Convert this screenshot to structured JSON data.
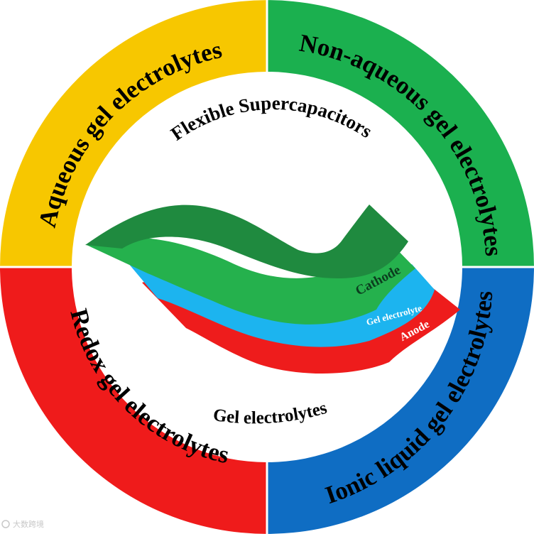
{
  "colors": {
    "aqueous": "#f7c700",
    "non_aqueous": "#1bb04f",
    "redox": "#ef1b1b",
    "ionic_liquid": "#0f6dc3",
    "cathode_top": "#1f8a3f",
    "cathode_front": "#25b14d",
    "electrolyte": "#1cb4ef",
    "anode": "#ee1c1c",
    "ring_border": "#ffffff"
  },
  "quadrants": {
    "top_left": {
      "label": "Aqueous gel electrolytes"
    },
    "top_right": {
      "label": "Non-aqueous gel electrolytes"
    },
    "bottom_left": {
      "label": "Redox gel electrolytes"
    },
    "bottom_right": {
      "label": "Ionic liquid gel electrolytes"
    }
  },
  "center": {
    "title": "Flexible Supercapacitors",
    "subtitle": "Gel electrolytes"
  },
  "device_layers": {
    "cathode": "Cathode",
    "electrolyte": "Gel electrolyte",
    "anode": "Anode"
  },
  "watermark": "大数跨境"
}
